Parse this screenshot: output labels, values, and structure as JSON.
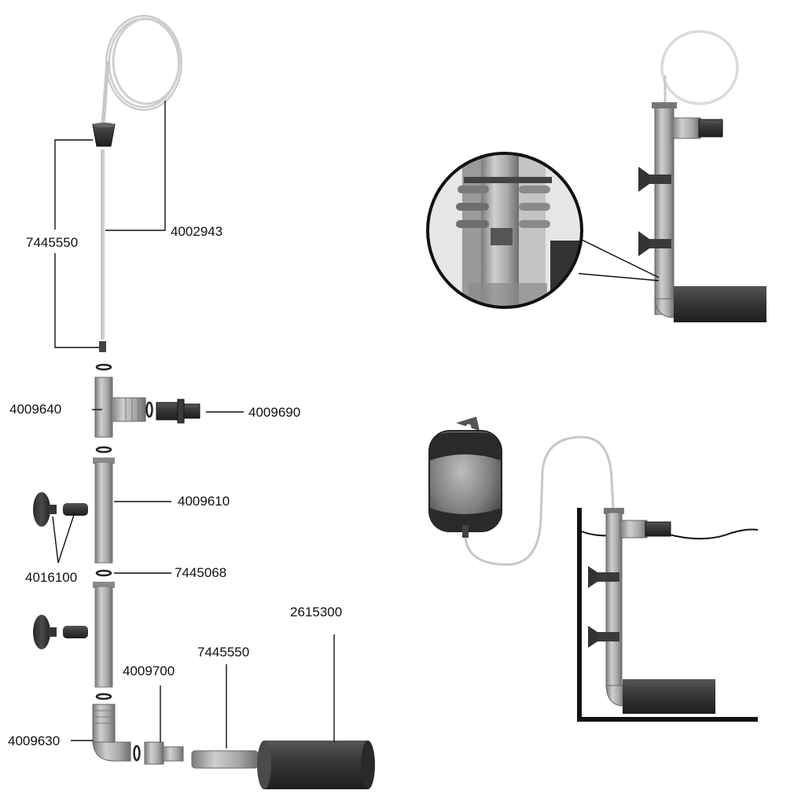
{
  "part_numbers": {
    "p7445550_top": "7445550",
    "p4002943": "4002943",
    "p4009640": "4009640",
    "p4009690": "4009690",
    "p4009610": "4009610",
    "p4016100": "4016100",
    "p7445068": "7445068",
    "p2615300": "2615300",
    "p7445550_bottom": "7445550",
    "p4009700": "4009700",
    "p4009630": "4009630"
  },
  "colors": {
    "dark_part": "#3a3a3a",
    "grey_part": "#9a9a9a",
    "light_tube": "#d8d8d8",
    "outline": "#111111"
  }
}
